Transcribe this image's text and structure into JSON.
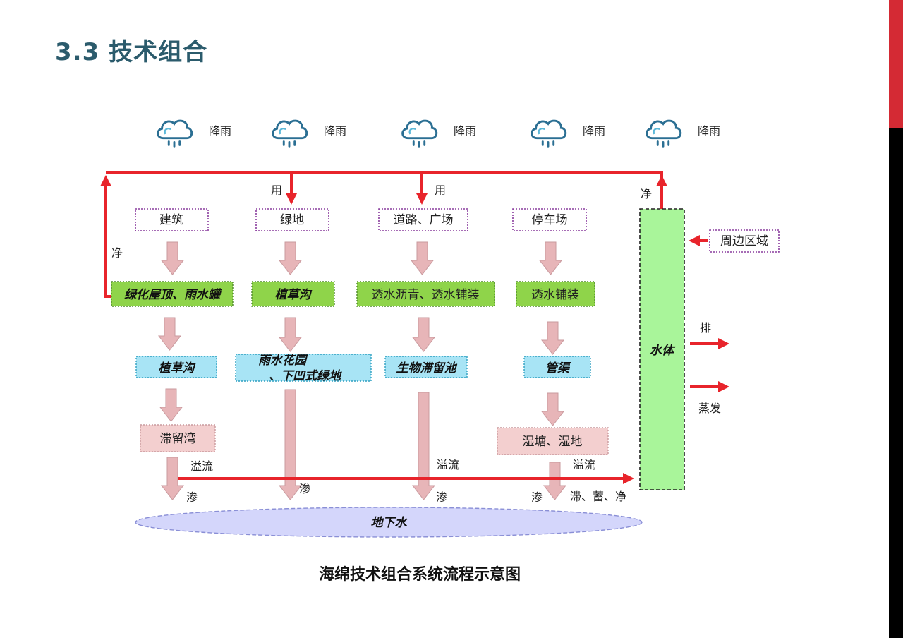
{
  "header": {
    "title": "3.3  技术组合"
  },
  "colors": {
    "flow_red": "#e8242b",
    "pink_arrow": "#e7b5b8",
    "green_fill": "#8fd44a",
    "cyan_fill": "#a8e4f5",
    "pink_fill": "#f3cfcf",
    "water_body": "#a9f59a",
    "groundwater": "#d4d6fb",
    "accent_red": "#d42a34"
  },
  "rain": {
    "icon": "rain-cloud-icon",
    "labels": [
      "降雨",
      "降雨",
      "降雨",
      "降雨",
      "降雨"
    ]
  },
  "sources": {
    "building": "建筑",
    "green_space": "绿地",
    "road_square": "道路、广场",
    "parking": "停车场",
    "surrounding": "周边区域"
  },
  "level1": {
    "green_roof": "绿化屋顶、雨水罐",
    "grass_swale": "植草沟",
    "permeable_asphalt": "透水沥青、透水铺装",
    "permeable_paving": "透水铺装"
  },
  "level2": {
    "grass_swale": "植草沟",
    "rain_garden_line1": "雨水花园",
    "rain_garden_line2": "、下凹式绿地",
    "bioretention": "生物滞留池",
    "pipe_channel": "管渠"
  },
  "level3": {
    "retention_bay": "滞留湾",
    "wet_pond": "湿塘、湿地"
  },
  "water_body": "水体",
  "groundwater": "地下水",
  "labels": {
    "use_1": "用",
    "use_2": "用",
    "purify_left": "净",
    "purify_right": "净",
    "overflow_1": "溢流",
    "overflow_2": "溢流",
    "overflow_3": "溢流",
    "seep_1": "渗",
    "seep_2": "渗",
    "seep_3": "渗",
    "seep_4": "渗",
    "store_purify": "滞、蓄、净",
    "discharge": "排",
    "evaporate": "蒸发"
  },
  "caption": "海绵技术组合系统流程示意图"
}
